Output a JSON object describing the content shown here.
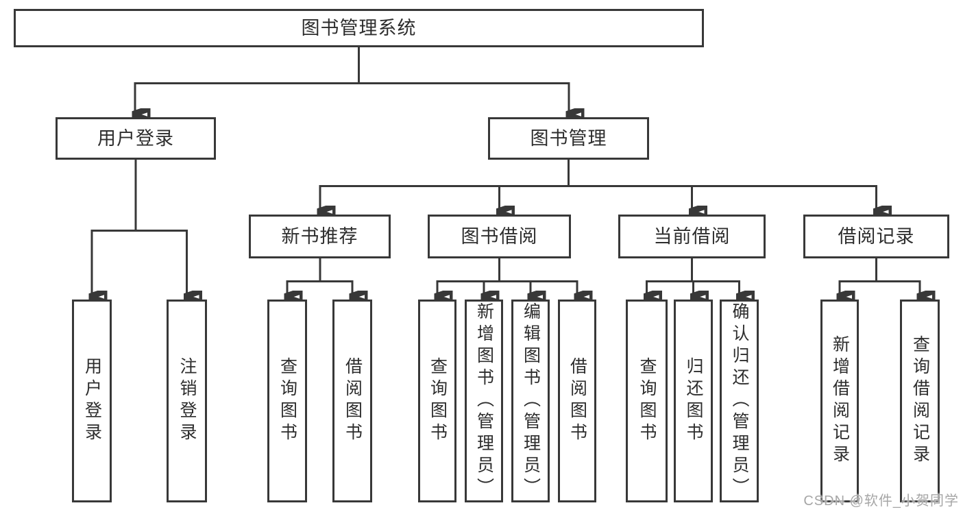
{
  "tree": {
    "root": "图书管理系统",
    "children": [
      {
        "label": "用户登录",
        "children": [
          "用户登录",
          "注销登录"
        ]
      },
      {
        "label": "图书管理",
        "children": [
          {
            "label": "新书推荐",
            "children": [
              "查询图书",
              "借阅图书"
            ]
          },
          {
            "label": "图书借阅",
            "children": [
              "查询图书",
              "新增图书（管理员）",
              "编辑图书（管理员）",
              "借阅图书"
            ]
          },
          {
            "label": "当前借阅",
            "children": [
              "查询图书",
              "归还图书",
              "确认归还（管理员）"
            ]
          },
          {
            "label": "借阅记录",
            "children": [
              "新增借阅记录",
              "查询借阅记录"
            ]
          }
        ]
      }
    ]
  },
  "watermark": {
    "text": "CSDN @软件_小贺同学"
  },
  "colors": {
    "line": "#383838",
    "box_border": "#383838",
    "text": "#2d2d2d",
    "watermark": "#a6a6a6",
    "background": "#ffffff"
  }
}
